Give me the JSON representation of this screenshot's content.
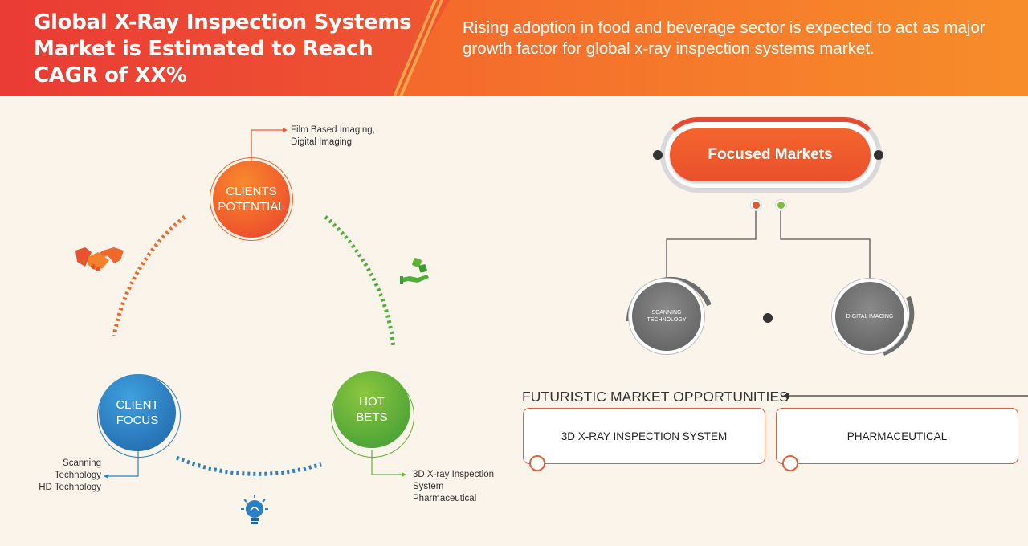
{
  "header": {
    "headline": "Global X-Ray Inspection Systems Market is Estimated to Reach CAGR of XX%",
    "subtitle": "Rising adoption in food and beverage sector is expected to act as major growth factor for global x-ray inspection systems market."
  },
  "cycle": {
    "clients_potential": {
      "label": "CLIENTS\nPOTENTIAL",
      "note": "Film Based Imaging,\nDigital Imaging"
    },
    "client_focus": {
      "label": "CLIENT\nFOCUS",
      "note": "Scanning Technology\nHD Technology"
    },
    "hot_bets": {
      "label": "HOT\nBETS",
      "note": "3D X-ray Inspection\nSystem\nPharmaceutical"
    }
  },
  "focused_markets": {
    "title": "Focused Markets",
    "items": [
      "SCANNING\nTECHNOLOGY",
      "DIGITAL IMAGING"
    ]
  },
  "opportunities": {
    "title": "FUTURISTIC MARKET OPPORTUNITIES",
    "items": [
      "3D X-RAY INSPECTION SYSTEM",
      "PHARMACEUTICAL"
    ]
  },
  "colors": {
    "orange": "#ef5a2c",
    "green": "#5cb336",
    "blue": "#2d7fc4",
    "gray": "#6b6b6b"
  },
  "icons": [
    "handshake-icon",
    "dice-hand-icon",
    "lightbulb-icon"
  ]
}
